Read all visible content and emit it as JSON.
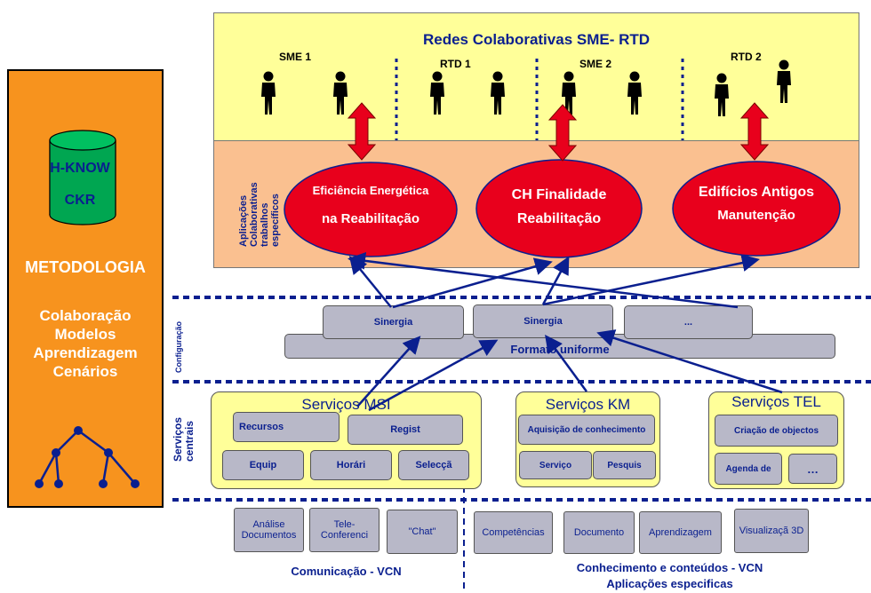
{
  "left": {
    "db_line1": "H-KNOW",
    "db_line2": "CKR",
    "methodology": "METODOLOGIA",
    "items": [
      "Colaboração",
      "Modelos",
      "Aprendizagem",
      "Cenários"
    ]
  },
  "top": {
    "title": "Redes Colaborativas SME- RTD",
    "groups": [
      "SME 1",
      "RTD 1",
      "SME 2",
      "RTD 2"
    ]
  },
  "apps": {
    "side_label": [
      "Aplicações",
      "Colaborativas",
      "trabalhos",
      "específicos"
    ],
    "ellipses": [
      {
        "line1": "Eficiência Energética",
        "line2": "na Reabilitação"
      },
      {
        "line1": "CH Finalidade",
        "line2": "Reabilitação"
      },
      {
        "line1": "Edifícios Antigos",
        "line2": "Manutenção"
      }
    ]
  },
  "config": {
    "side_label": "Configuração",
    "boxes": [
      "Sinergia",
      "Sinergia",
      "..."
    ],
    "uniform": "Formato uniforme"
  },
  "services": {
    "side_label": [
      "Serviços",
      "centrais"
    ],
    "msi": {
      "title": "Serviços MSI",
      "row1": [
        "Recursos",
        "Regist"
      ],
      "row2": [
        "Equip",
        "Horári",
        "Selecçã"
      ]
    },
    "km": {
      "title": "Serviços KM",
      "row1": [
        "Aquisição de conhecimento"
      ],
      "row2": [
        "Serviço",
        "Pesquis"
      ]
    },
    "tel": {
      "title": "Serviços TEL",
      "row1": [
        "Criação de objectos"
      ],
      "row2": [
        "Agenda de",
        "…"
      ]
    }
  },
  "bottom": {
    "comm_items": [
      "Análise Documentos",
      "Tele-Conferenci",
      "\"Chat\""
    ],
    "knowledge_items": [
      "Competências",
      "Documento",
      "Aprendizagem",
      "Visualizaçã 3D"
    ],
    "comm_label": "Comunicação  - VCN",
    "knowledge_label1": "Conhecimento e conteúdos - VCN",
    "knowledge_label2": "Aplicações especificas"
  },
  "colors": {
    "orange": "#f7931e",
    "yellow": "#ffff99",
    "peach": "#fac090",
    "red": "#e8001c",
    "navy": "#0a1f8f",
    "gray": "#b8b8c8"
  }
}
